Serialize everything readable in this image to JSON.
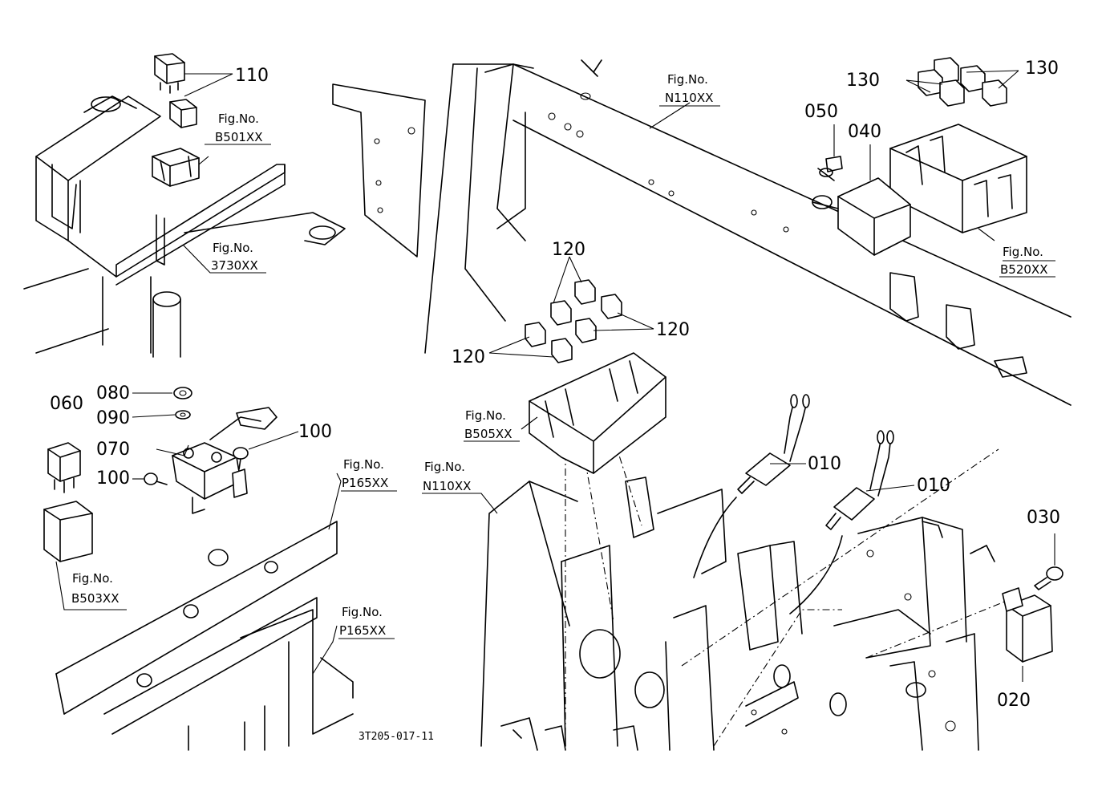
{
  "part_labels": {
    "p110": "110",
    "p130_left": "130",
    "p130_right": "130",
    "p050": "050",
    "p040": "040",
    "p120_top": "120",
    "p120_right": "120",
    "p120_left": "120",
    "p080": "080",
    "p090": "090",
    "p060": "060",
    "p070": "070",
    "p100_right": "100",
    "p100_left": "100",
    "p010_upper": "010",
    "p010_lower": "010",
    "p030": "030",
    "p020": "020"
  },
  "fig_refs": {
    "b501": {
      "caption": "Fig.No.",
      "code": "B501XX"
    },
    "r3730": {
      "caption": "Fig.No.",
      "code": "3730XX"
    },
    "n110_top": {
      "caption": "Fig.No.",
      "code": "N110XX"
    },
    "b520": {
      "caption": "Fig.No.",
      "code": "B520XX"
    },
    "b505": {
      "caption": "Fig.No.",
      "code": "B505XX"
    },
    "p165_upper": {
      "caption": "Fig.No.",
      "code": "P165XX"
    },
    "n110_mid": {
      "caption": "Fig.No.",
      "code": "N110XX"
    },
    "b503": {
      "caption": "Fig.No.",
      "code": "B503XX"
    },
    "p165_lower": {
      "caption": "Fig.No.",
      "code": "P165XX"
    }
  },
  "drawing_code": "3T205-017-11"
}
